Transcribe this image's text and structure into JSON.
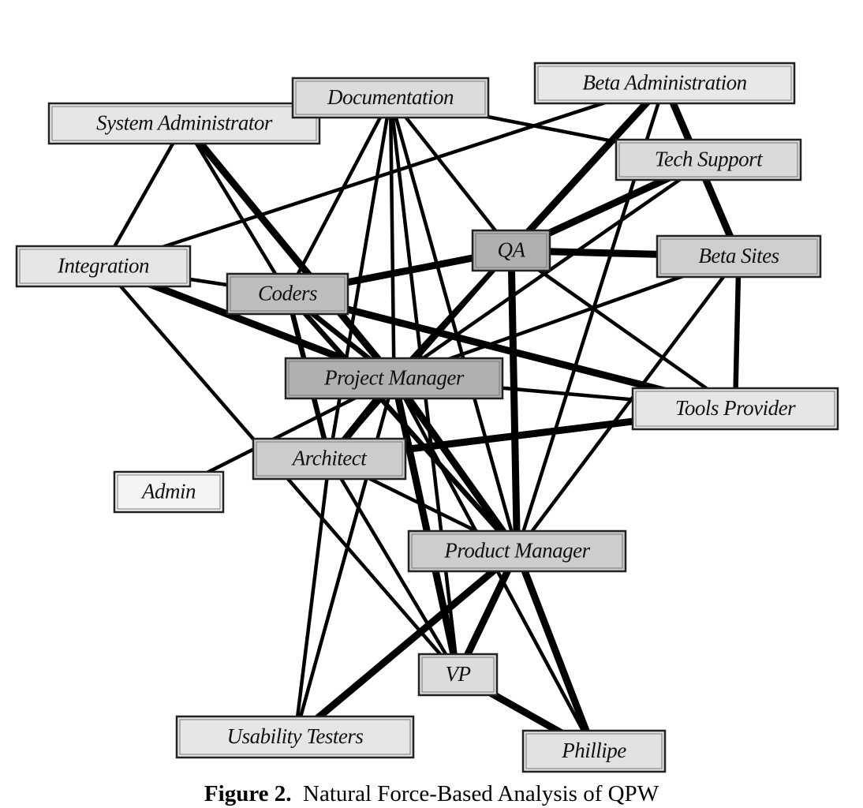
{
  "figure": {
    "caption_label": "Figure 2.",
    "caption_text": "Natural Force-Based Analysis of QPW"
  },
  "nodes": [
    {
      "id": "system-administrator",
      "label": "System Administrator",
      "fill": "#e6e6e6"
    },
    {
      "id": "documentation",
      "label": "Documentation",
      "fill": "#dcdcdc"
    },
    {
      "id": "beta-administration",
      "label": "Beta Administration",
      "fill": "#e8e8e8"
    },
    {
      "id": "tech-support",
      "label": "Tech Support",
      "fill": "#dadada"
    },
    {
      "id": "integration",
      "label": "Integration",
      "fill": "#e6e6e6"
    },
    {
      "id": "coders",
      "label": "Coders",
      "fill": "#bdbdbd"
    },
    {
      "id": "qa",
      "label": "QA",
      "fill": "#b0b0b0"
    },
    {
      "id": "beta-sites",
      "label": "Beta Sites",
      "fill": "#cfcfcf"
    },
    {
      "id": "project-manager",
      "label": "Project Manager",
      "fill": "#b0b0b0"
    },
    {
      "id": "tools-provider",
      "label": "Tools Provider",
      "fill": "#e6e6e6"
    },
    {
      "id": "architect",
      "label": "Architect",
      "fill": "#cccccc"
    },
    {
      "id": "admin",
      "label": "Admin",
      "fill": "#f4f4f4"
    },
    {
      "id": "product-manager",
      "label": "Product Manager",
      "fill": "#cdcdcd"
    },
    {
      "id": "vp",
      "label": "VP",
      "fill": "#dcdcdc"
    },
    {
      "id": "usability-testers",
      "label": "Usability Testers",
      "fill": "#e6e6e6"
    },
    {
      "id": "phillipe",
      "label": "Phillipe",
      "fill": "#e2e2e2"
    }
  ],
  "edges": [
    {
      "from": "system-administrator",
      "to": "integration",
      "weight": 1
    },
    {
      "from": "system-administrator",
      "to": "coders",
      "weight": 1
    },
    {
      "from": "system-administrator",
      "to": "project-manager",
      "weight": 3
    },
    {
      "from": "documentation",
      "to": "coders",
      "weight": 1
    },
    {
      "from": "documentation",
      "to": "project-manager",
      "weight": 1
    },
    {
      "from": "documentation",
      "to": "architect",
      "weight": 1
    },
    {
      "from": "documentation",
      "to": "product-manager",
      "weight": 1
    },
    {
      "from": "documentation",
      "to": "qa",
      "weight": 1
    },
    {
      "from": "documentation",
      "to": "vp",
      "weight": 1
    },
    {
      "from": "documentation",
      "to": "tech-support",
      "weight": 1
    },
    {
      "from": "beta-administration",
      "to": "integration",
      "weight": 1
    },
    {
      "from": "beta-administration",
      "to": "qa",
      "weight": 3
    },
    {
      "from": "beta-administration",
      "to": "beta-sites",
      "weight": 3
    },
    {
      "from": "beta-administration",
      "to": "product-manager",
      "weight": 1
    },
    {
      "from": "tech-support",
      "to": "qa",
      "weight": 3
    },
    {
      "from": "tech-support",
      "to": "project-manager",
      "weight": 1
    },
    {
      "from": "integration",
      "to": "coders",
      "weight": 1
    },
    {
      "from": "integration",
      "to": "project-manager",
      "weight": 3
    },
    {
      "from": "integration",
      "to": "vp",
      "weight": 1
    },
    {
      "from": "coders",
      "to": "qa",
      "weight": 3
    },
    {
      "from": "coders",
      "to": "tools-provider",
      "weight": 3
    },
    {
      "from": "coders",
      "to": "project-manager",
      "weight": 2
    },
    {
      "from": "coders",
      "to": "architect",
      "weight": 2
    },
    {
      "from": "coders",
      "to": "product-manager",
      "weight": 2
    },
    {
      "from": "qa",
      "to": "beta-sites",
      "weight": 3
    },
    {
      "from": "qa",
      "to": "project-manager",
      "weight": 2
    },
    {
      "from": "qa",
      "to": "product-manager",
      "weight": 3
    },
    {
      "from": "qa",
      "to": "tools-provider",
      "weight": 1
    },
    {
      "from": "qa",
      "to": "architect",
      "weight": 1
    },
    {
      "from": "beta-sites",
      "to": "tools-provider",
      "weight": 2
    },
    {
      "from": "beta-sites",
      "to": "project-manager",
      "weight": 1
    },
    {
      "from": "beta-sites",
      "to": "product-manager",
      "weight": 1
    },
    {
      "from": "project-manager",
      "to": "tools-provider",
      "weight": 1
    },
    {
      "from": "project-manager",
      "to": "architect",
      "weight": 3
    },
    {
      "from": "project-manager",
      "to": "product-manager",
      "weight": 3
    },
    {
      "from": "project-manager",
      "to": "vp",
      "weight": 3
    },
    {
      "from": "project-manager",
      "to": "usability-testers",
      "weight": 1
    },
    {
      "from": "project-manager",
      "to": "admin",
      "weight": 1
    },
    {
      "from": "project-manager",
      "to": "phillipe",
      "weight": 1
    },
    {
      "from": "architect",
      "to": "tools-provider",
      "weight": 3
    },
    {
      "from": "architect",
      "to": "product-manager",
      "weight": 1
    },
    {
      "from": "architect",
      "to": "usability-testers",
      "weight": 1
    },
    {
      "from": "architect",
      "to": "vp",
      "weight": 1
    },
    {
      "from": "product-manager",
      "to": "vp",
      "weight": 3
    },
    {
      "from": "product-manager",
      "to": "usability-testers",
      "weight": 3
    },
    {
      "from": "product-manager",
      "to": "phillipe",
      "weight": 3
    },
    {
      "from": "vp",
      "to": "phillipe",
      "weight": 3
    }
  ]
}
